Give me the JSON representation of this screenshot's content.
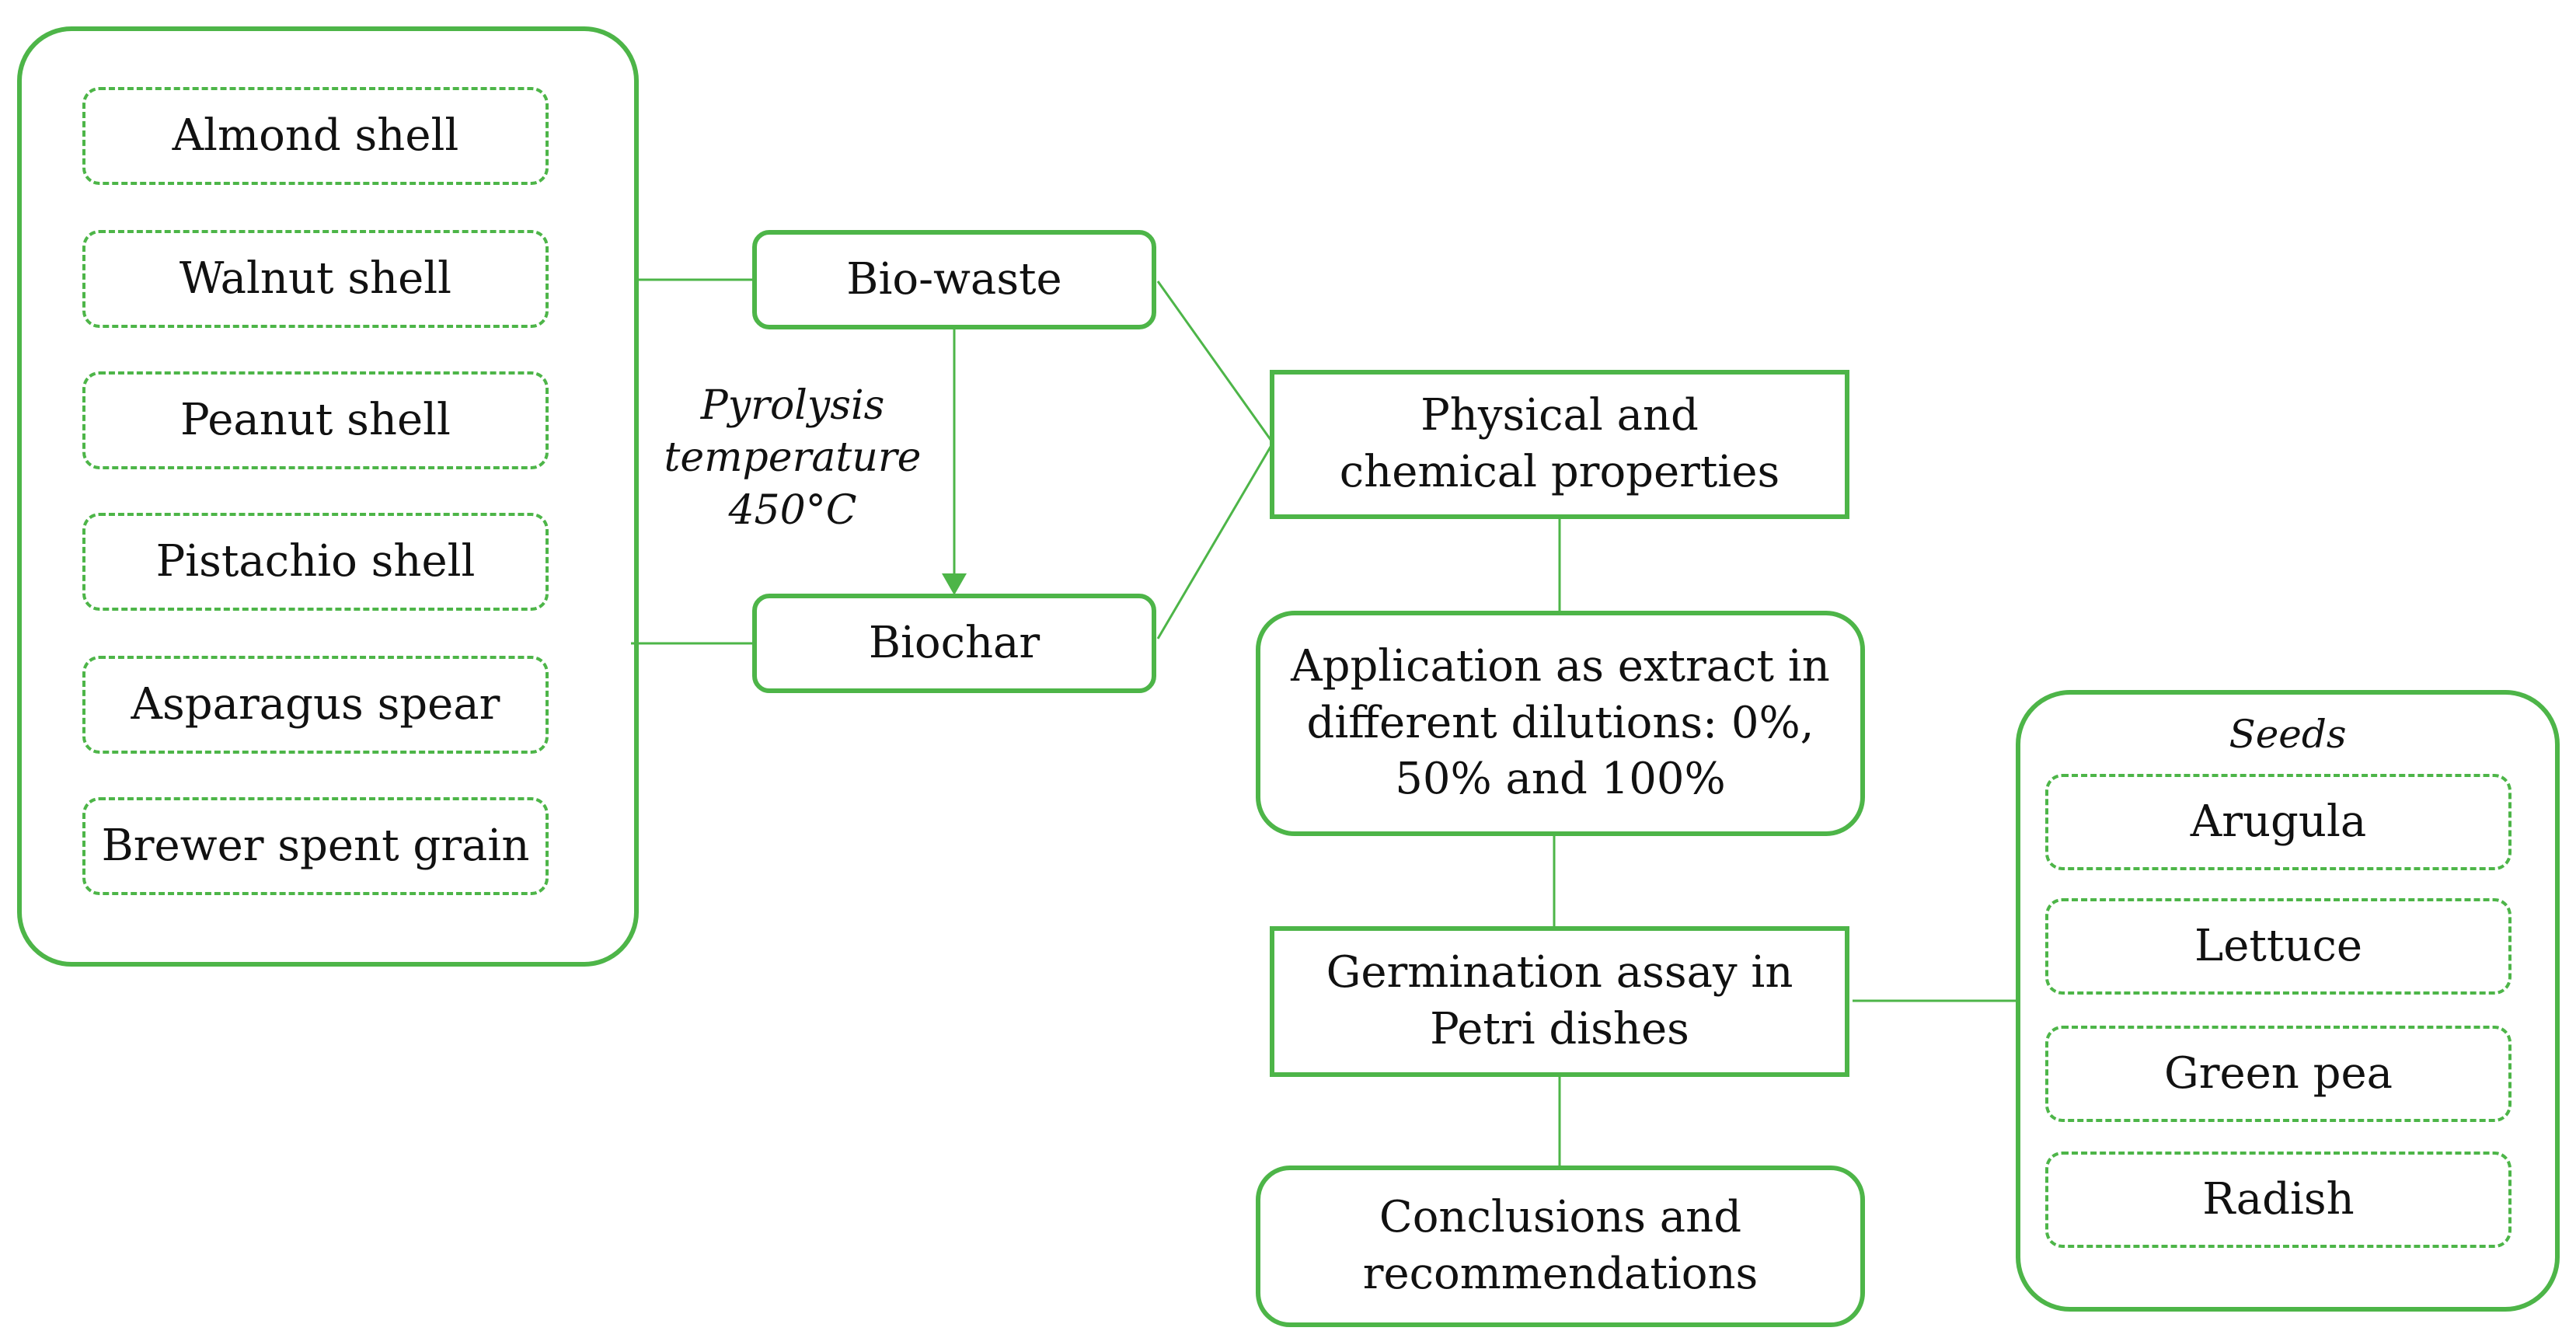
{
  "colors": {
    "accent": "#4db548"
  },
  "feedstocks": [
    "Almond shell",
    "Walnut shell",
    "Peanut shell",
    "Pistachio shell",
    "Asparagus spear",
    "Brewer spent grain"
  ],
  "process": {
    "biowaste": "Bio-waste",
    "biochar": "Biochar",
    "pyrolysis_label": "Pyrolysis\ntemperature\n450°C"
  },
  "steps": {
    "properties": "Physical and\nchemical properties",
    "application": "Application as extract in\ndifferent dilutions: 0%,\n50% and 100%",
    "germination": "Germination assay in\nPetri dishes",
    "conclusions": "Conclusions and\nrecommendations"
  },
  "seeds": {
    "title": "Seeds",
    "items": [
      "Arugula",
      "Lettuce",
      "Green pea",
      "Radish"
    ]
  }
}
